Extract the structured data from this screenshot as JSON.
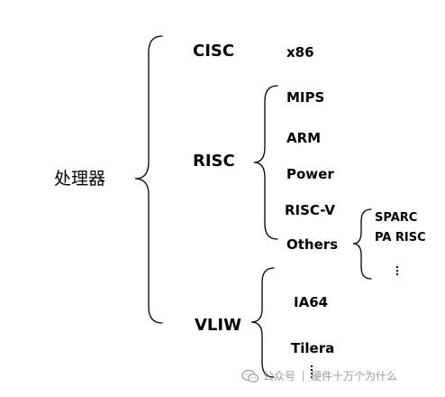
{
  "diagram": {
    "root": "处理器",
    "categories": {
      "cisc": "CISC",
      "risc": "RISC",
      "vliw": "VLIW"
    },
    "cisc_items": [
      "x86"
    ],
    "risc_items": [
      "MIPS",
      "ARM",
      "Power",
      "RISC-V",
      "Others"
    ],
    "others_items": [
      "SPARC",
      "PA RISC"
    ],
    "vliw_items": [
      "IA64",
      "Tilera"
    ]
  },
  "watermark": {
    "account": "公众号",
    "name": "硬件十万个为什么"
  },
  "colors": {
    "text": "#000000",
    "watermark": "#9a9a9a"
  }
}
